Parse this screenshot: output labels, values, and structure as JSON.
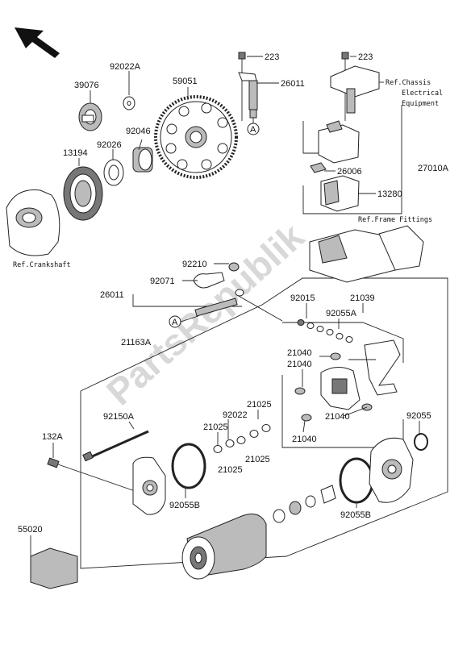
{
  "watermark": "PartsRepublik",
  "callout_letter": "A",
  "labels": {
    "p223a": "223",
    "p223b": "223",
    "p26011top": "26011",
    "p39076": "39076",
    "p92022A": "92022A",
    "p59051": "59051",
    "p92046": "92046",
    "p92026": "92026",
    "p13194": "13194",
    "p26006": "26006",
    "p27010A": "27010A",
    "p13280": "13280",
    "p92210": "92210",
    "p92071": "92071",
    "p26011mid": "26011",
    "p92015": "92015",
    "p21039": "21039",
    "p92055A": "92055A",
    "p21163A": "21163A",
    "p21040a": "21040",
    "p21040b": "21040",
    "p21040c": "21040",
    "p21040d": "21040",
    "p21025a": "21025",
    "p21025b": "21025",
    "p21025c": "21025",
    "p21025d": "21025",
    "p92022": "92022",
    "p92055": "92055",
    "p92150A": "92150A",
    "p132A": "132A",
    "p92055Bl": "92055B",
    "p92055Br": "92055B",
    "p55020": "55020"
  },
  "references": {
    "chassis1": "Ref.Chassis",
    "chassis2": "Electrical",
    "chassis3": "Equipment",
    "frame": "Ref.Frame Fittings",
    "crank": "Ref.Crankshaft"
  }
}
